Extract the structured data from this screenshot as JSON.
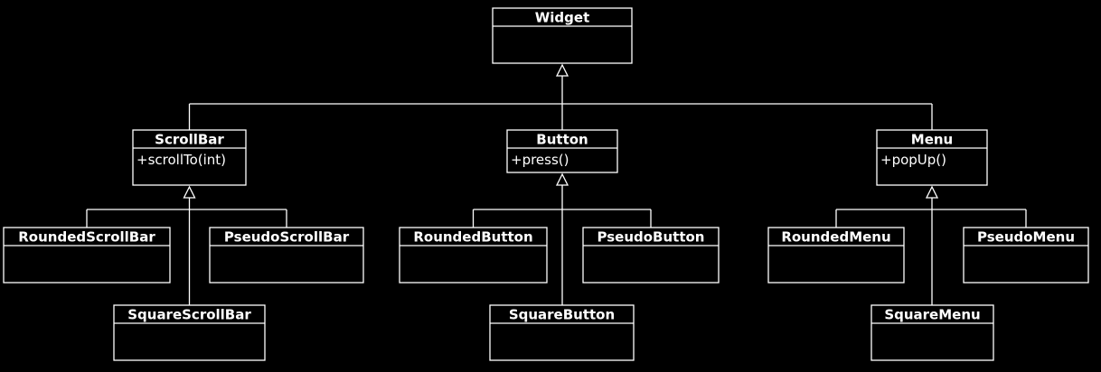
{
  "colors": {
    "background": "#000000",
    "stroke": "#ffffff",
    "text": "#ffffff"
  },
  "classes": {
    "widget": {
      "name": "Widget",
      "methods": []
    },
    "scrollbar": {
      "name": "ScrollBar",
      "methods": [
        "+scrollTo(int)"
      ]
    },
    "button": {
      "name": "Button",
      "methods": [
        "+press()"
      ]
    },
    "menu": {
      "name": "Menu",
      "methods": [
        "+popUp()"
      ]
    },
    "rounded_scrollbar": {
      "name": "RoundedScrollBar",
      "methods": []
    },
    "pseudo_scrollbar": {
      "name": "PseudoScrollBar",
      "methods": []
    },
    "square_scrollbar": {
      "name": "SquareScrollBar",
      "methods": []
    },
    "rounded_button": {
      "name": "RoundedButton",
      "methods": []
    },
    "pseudo_button": {
      "name": "PseudoButton",
      "methods": []
    },
    "square_button": {
      "name": "SquareButton",
      "methods": []
    },
    "rounded_menu": {
      "name": "RoundedMenu",
      "methods": []
    },
    "pseudo_menu": {
      "name": "PseudoMenu",
      "methods": []
    },
    "square_menu": {
      "name": "SquareMenu",
      "methods": []
    }
  },
  "generalizations": [
    {
      "parent": "widget",
      "children": [
        "scrollbar",
        "button",
        "menu"
      ]
    },
    {
      "parent": "scrollbar",
      "children": [
        "rounded_scrollbar",
        "pseudo_scrollbar",
        "square_scrollbar"
      ]
    },
    {
      "parent": "button",
      "children": [
        "rounded_button",
        "pseudo_button",
        "square_button"
      ]
    },
    {
      "parent": "menu",
      "children": [
        "rounded_menu",
        "pseudo_menu",
        "square_menu"
      ]
    }
  ]
}
